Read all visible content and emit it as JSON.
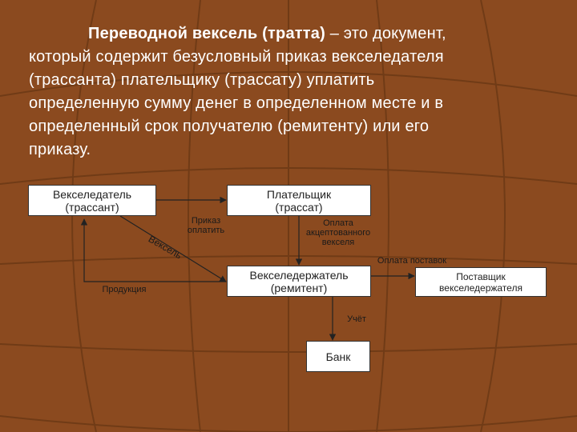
{
  "paragraph": {
    "term": "Переводной вексель (тратта)",
    "line1_rest": " – это документ,",
    "line2": "который содержит безусловный приказ векселедателя",
    "line3": "(трассанта) плательщику (трассату) уплатить",
    "line4": "определенную сумму денег в определенном месте и в",
    "line5": "определенный срок получателю (ремитенту) или его",
    "line6": "приказу."
  },
  "diagram": {
    "drawer": {
      "line1": "Векселедатель",
      "line2": "(трассант)"
    },
    "payer": {
      "line1": "Плательщик",
      "line2": "(трассат)"
    },
    "holder": {
      "line1": "Векселедержатель",
      "line2": "(ремитент)"
    },
    "supplier": {
      "line1": "Поставщик",
      "line2": "векселедержателя"
    },
    "bank": {
      "line1": "Банк"
    },
    "labels": {
      "order_line1": "Приказ",
      "order_line2": "оплатить",
      "bill": "Вексель",
      "pay_line1": "Оплата",
      "pay_line2": "акцептованного",
      "pay_line3": "векселя",
      "supplies_payment": "Оплата поставок",
      "products": "Продукция",
      "accounting": "Учёт"
    }
  },
  "colors": {
    "background": "#8b4a1f",
    "grid_line": "#6e3a16",
    "box_fill": "#ffffff",
    "arrow": "#222222",
    "text_white": "#ffffff"
  }
}
